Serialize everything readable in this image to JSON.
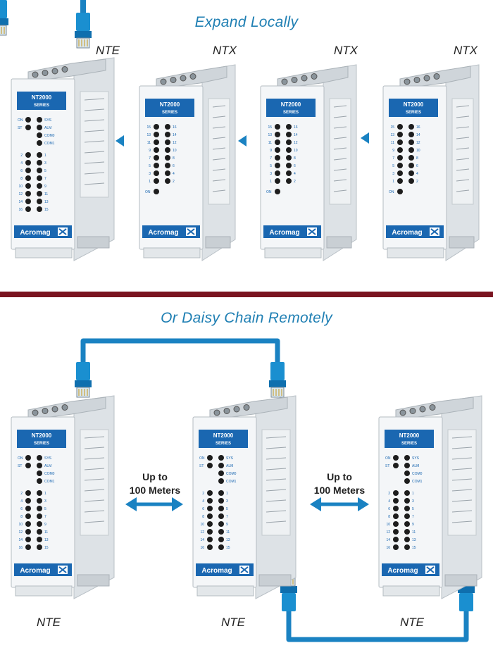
{
  "headings": {
    "top": "Expand Locally",
    "bottom": "Or Daisy Chain Remotely"
  },
  "module": {
    "series": "NT2000",
    "series_sub": "SERIES",
    "brand": "Acromag",
    "nte_indicators": [
      "ON",
      "SYS",
      "ST",
      "ALM",
      "COM0",
      "COM1"
    ],
    "nte_io_left": [
      "2",
      "4",
      "6",
      "8",
      "10",
      "12",
      "14",
      "16"
    ],
    "nte_io_right": [
      "1",
      "3",
      "5",
      "7",
      "9",
      "11",
      "13",
      "15"
    ],
    "ntx_io_left": [
      "15",
      "13",
      "11",
      "9",
      "7",
      "5",
      "3",
      "1"
    ],
    "ntx_io_right": [
      "16",
      "14",
      "12",
      "10",
      "8",
      "6",
      "4",
      "2"
    ],
    "ntx_bottom": "ON"
  },
  "top_row": {
    "labels": [
      "NTE",
      "NTX",
      "NTX",
      "NTX"
    ]
  },
  "bottom_row": {
    "labels": [
      "NTE",
      "NTE",
      "NTE"
    ],
    "distance_line1": "Up to",
    "distance_line2": "100 Meters"
  },
  "colors": {
    "accent_blue": "#1f7fb3",
    "divider": "#7a1420",
    "module_blue": "#1a67b1"
  }
}
